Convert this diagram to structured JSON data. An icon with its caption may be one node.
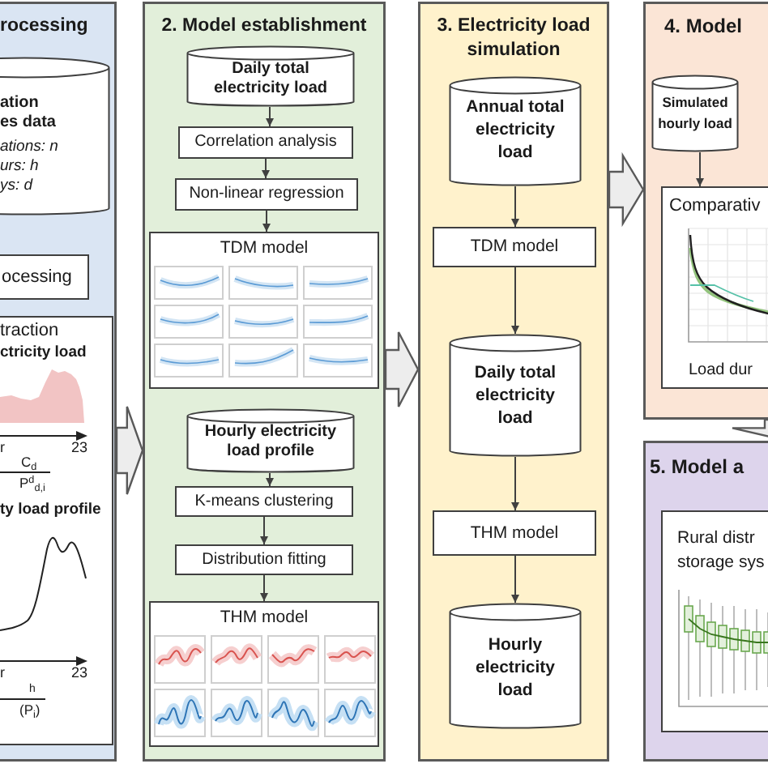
{
  "diagram": {
    "nodes": [
      {
        "text": [
          "rocessing"
        ]
      },
      {
        "text": [
          "ation es data",
          "ations: n",
          "urs: h",
          "ys: d"
        ],
        "in": 0
      },
      {
        "text": [
          "ocessing"
        ],
        "in": 0
      },
      {
        "text": [
          "traction",
          "ctricity load",
          "ty load profile"
        ],
        "in": 0
      },
      {
        "text": [
          "2. Model establishment"
        ]
      },
      {
        "text": [
          "Daily total electricity load"
        ],
        "in": 4
      },
      {
        "text": [
          "Correlation analysis"
        ],
        "in": 4
      },
      {
        "text": [
          "Non-linear regression"
        ],
        "in": 4
      },
      {
        "text": [
          "TDM model"
        ],
        "in": 4
      },
      {
        "text": [
          "Hourly electricity load profile"
        ],
        "in": 4
      },
      {
        "text": [
          "K-means clustering"
        ],
        "in": 4
      },
      {
        "text": [
          "Distribution fitting"
        ],
        "in": 4
      },
      {
        "text": [
          "THM model"
        ],
        "in": 4
      },
      {
        "text": [
          "3. Electricity load simulation"
        ]
      },
      {
        "text": [
          "Annual total electricity load"
        ],
        "in": 13
      },
      {
        "text": [
          "TDM model"
        ],
        "in": 13
      },
      {
        "text": [
          "Daily total electricity load"
        ],
        "in": 13
      },
      {
        "text": [
          "THM model"
        ],
        "in": 13
      },
      {
        "text": [
          "Hourly electricity load"
        ],
        "in": 13
      },
      {
        "text": [
          "4. Model"
        ]
      },
      {
        "text": [
          "Simulated hourly load"
        ],
        "in": 19
      },
      {
        "text": [
          "Comparativ",
          "Load dur"
        ],
        "in": 19
      },
      {
        "text": [
          "5. Model a"
        ]
      },
      {
        "text": [
          "Rural distr storage sys"
        ],
        "in": 22
      }
    ],
    "edges": [
      {
        "from": 0,
        "to": 4,
        "arrow": "to",
        "style": "thick"
      },
      {
        "from": 5,
        "to": 6,
        "arrow": "to"
      },
      {
        "from": 6,
        "to": 7,
        "arrow": "to"
      },
      {
        "from": 7,
        "to": 8,
        "arrow": "to"
      },
      {
        "from": 9,
        "to": 10,
        "arrow": "to"
      },
      {
        "from": 10,
        "to": 11,
        "arrow": "to"
      },
      {
        "from": 11,
        "to": 12,
        "arrow": "to"
      },
      {
        "from": 4,
        "to": 13,
        "arrow": "to",
        "style": "thick"
      },
      {
        "from": 14,
        "to": 15,
        "arrow": "to"
      },
      {
        "from": 15,
        "to": 16,
        "arrow": "to"
      },
      {
        "from": 16,
        "to": 17,
        "arrow": "to"
      },
      {
        "from": 17,
        "to": 18,
        "arrow": "to"
      },
      {
        "from": 13,
        "to": 19,
        "arrow": "to",
        "style": "thick"
      },
      {
        "from": 20,
        "to": 21,
        "arrow": "to"
      },
      {
        "from": 19,
        "to": 22,
        "arrow": "to",
        "style": "thick"
      }
    ],
    "labels": [
      "r",
      "23",
      "C$_{d}$",
      "P$^{d}$$_{d,i}$",
      "r",
      "23",
      "h",
      "(P$_{i}$)"
    ]
  }
}
